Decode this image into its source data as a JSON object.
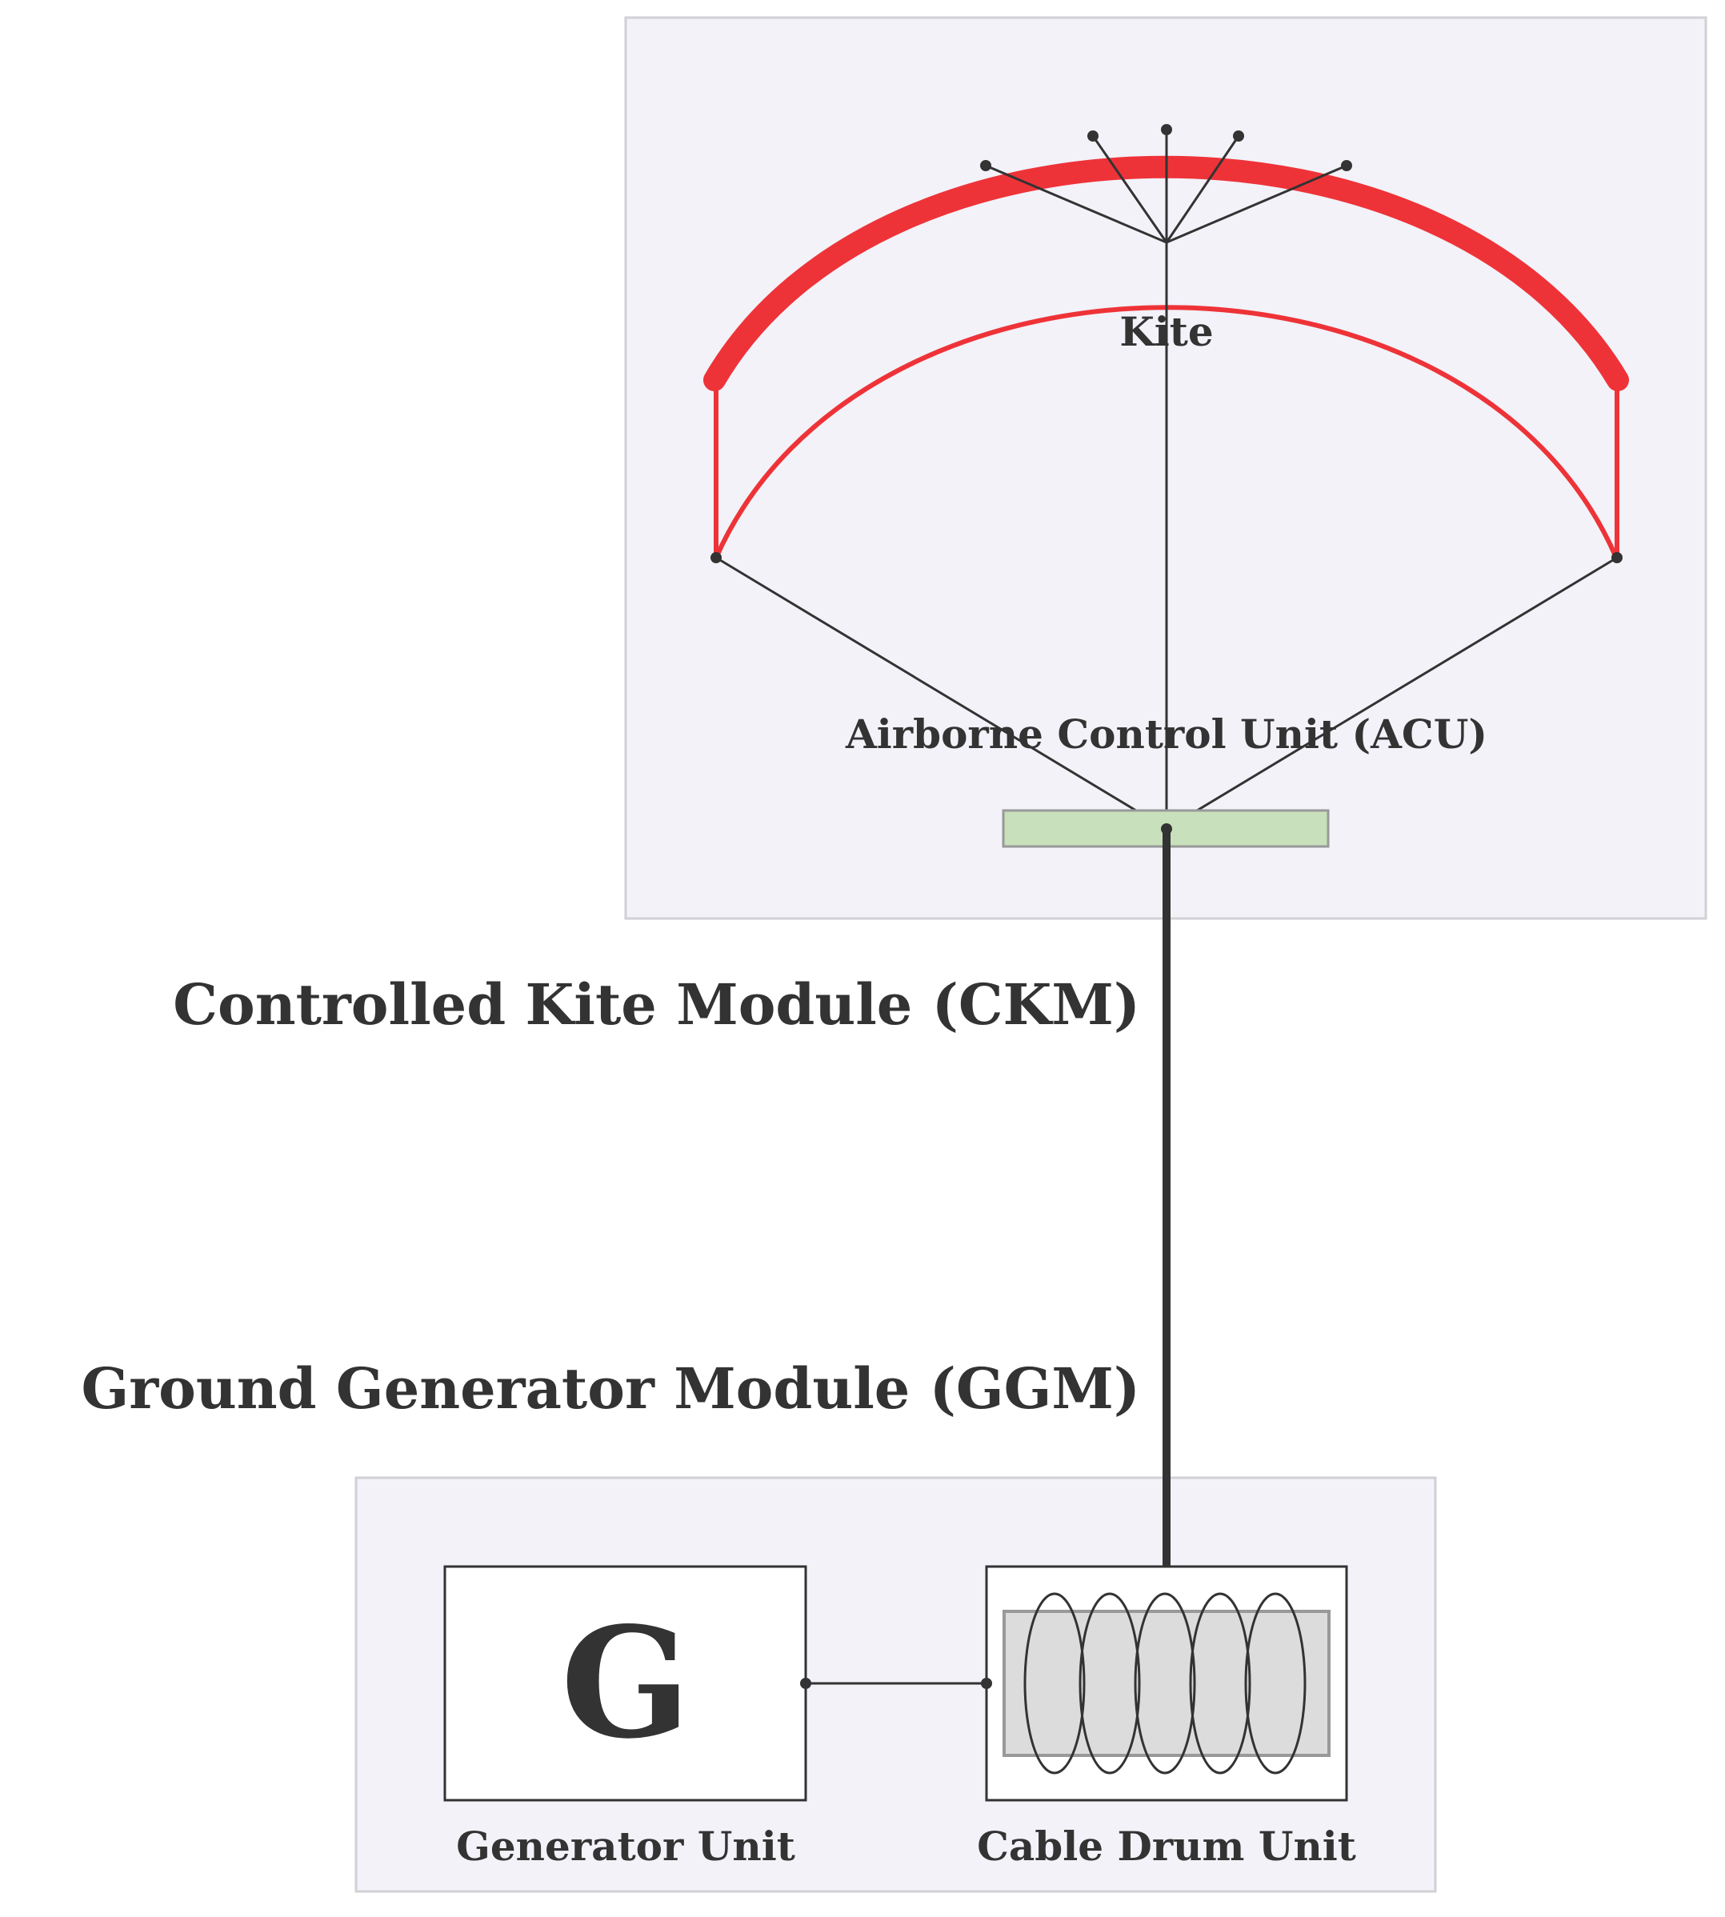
{
  "labels": {
    "kite": "Kite",
    "acu": "Airborne Control Unit (ACU)",
    "ckm": "Controlled Kite Module (CKM)",
    "ggm": "Ground Generator Module (GGM)",
    "generator_symbol": "G",
    "generator_unit": "Generator Unit",
    "cable_drum_unit": "Cable Drum Unit"
  },
  "colors": {
    "module_fill": "#f2f2f8",
    "module_border": "#d0d0d6",
    "kite_red": "#ee3338",
    "line_dark": "#333333",
    "acu_fill": "#c8e0bb",
    "acu_border": "#999999",
    "drum_fill": "#dcdcdc",
    "drum_border": "#999999",
    "unit_fill": "#ffffff"
  }
}
